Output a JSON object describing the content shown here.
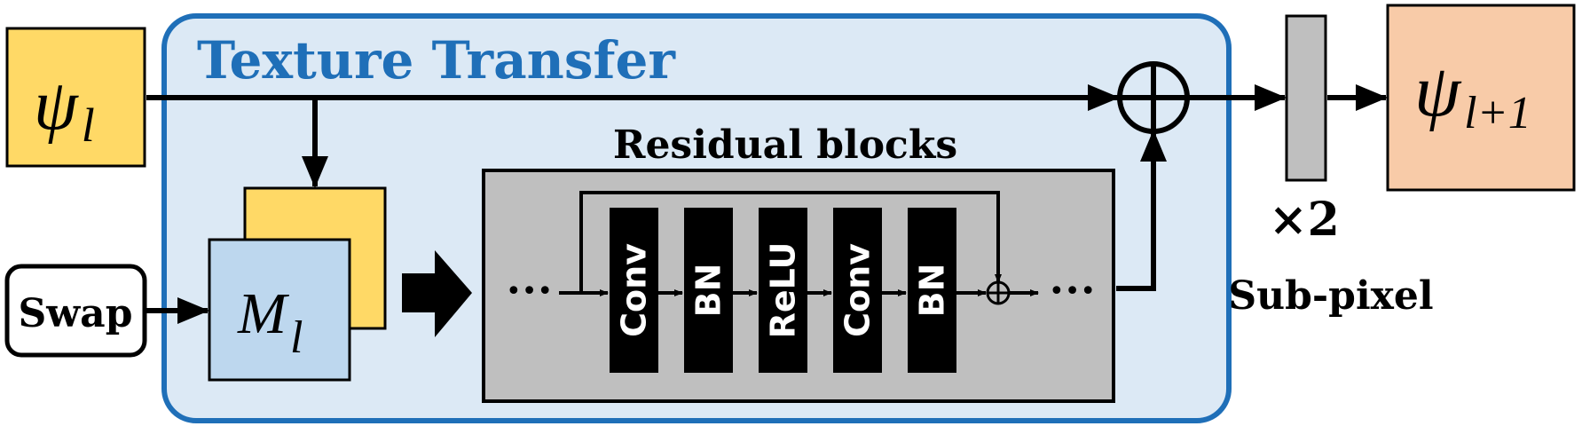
{
  "texture_transfer": {
    "title": "Texture Transfer"
  },
  "input_feature": {
    "symbol": "ψ",
    "subscript": "l"
  },
  "output_feature": {
    "symbol": "ψ",
    "subscript": "l+1"
  },
  "swap": {
    "label": "Swap"
  },
  "swapped_map": {
    "symbol": "M",
    "subscript": "l"
  },
  "residual": {
    "title": "Residual blocks",
    "ellipsis_left": "•••",
    "ellipsis_right": "•••",
    "layers": [
      "Conv",
      "BN",
      "ReLU",
      "Conv",
      "BN"
    ],
    "inner_sum_symbol": "⊕"
  },
  "sum_symbol": "⊕",
  "upsample": {
    "factor": "×2",
    "label": "Sub-pixel"
  },
  "colors": {
    "panel_fill": "#dce9f5",
    "panel_border": "#1f6fb8",
    "title": "#1f6fb8",
    "psi_fill": "#ffd966",
    "output_fill": "#f8cba8",
    "map_fill": "#bdd7ee",
    "residual_fill": "#bfbfbf",
    "layer_fill": "#000000"
  }
}
